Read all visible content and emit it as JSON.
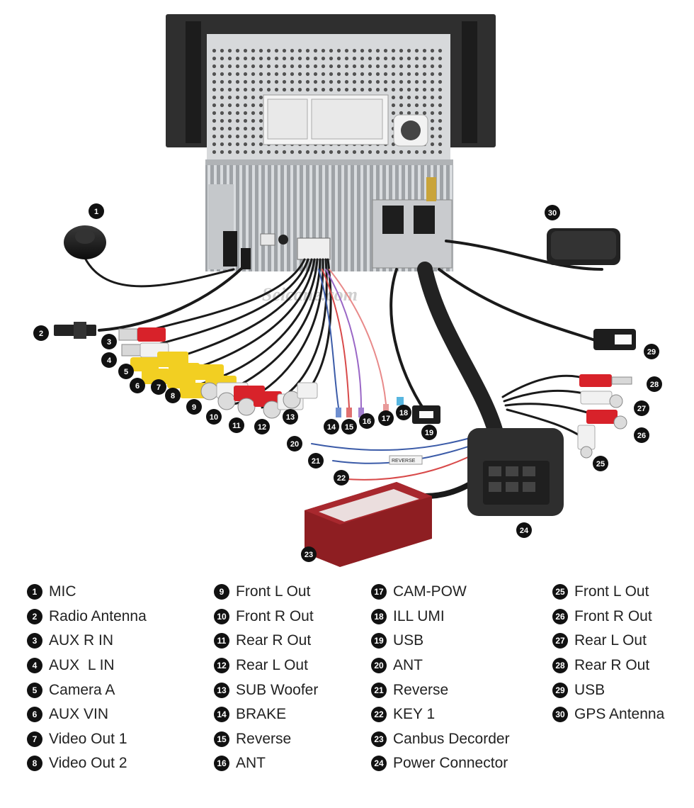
{
  "watermark": "Seicane.com",
  "wire_labels": {
    "reverse_tag": "REVERSE"
  },
  "legend": [
    {
      "num": "1",
      "label": "MIC"
    },
    {
      "num": "2",
      "label": "Radio Antenna"
    },
    {
      "num": "3",
      "label": "AUX R IN"
    },
    {
      "num": "4",
      "label": "AUX  L IN"
    },
    {
      "num": "5",
      "label": "Camera A"
    },
    {
      "num": "6",
      "label": "AUX VIN"
    },
    {
      "num": "7",
      "label": "Video Out 1"
    },
    {
      "num": "8",
      "label": "Video Out 2"
    },
    {
      "num": "9",
      "label": "Front L Out"
    },
    {
      "num": "10",
      "label": "Front R Out"
    },
    {
      "num": "11",
      "label": "Rear R Out"
    },
    {
      "num": "12",
      "label": "Rear L Out"
    },
    {
      "num": "13",
      "label": "SUB Woofer"
    },
    {
      "num": "14",
      "label": "BRAKE"
    },
    {
      "num": "15",
      "label": "Reverse"
    },
    {
      "num": "16",
      "label": "ANT"
    },
    {
      "num": "17",
      "label": "CAM-POW"
    },
    {
      "num": "18",
      "label": "ILL UMI"
    },
    {
      "num": "19",
      "label": "USB"
    },
    {
      "num": "20",
      "label": "ANT"
    },
    {
      "num": "21",
      "label": "Reverse"
    },
    {
      "num": "22",
      "label": "KEY 1"
    },
    {
      "num": "23",
      "label": "Canbus Decorder"
    },
    {
      "num": "24",
      "label": "Power Connector"
    },
    {
      "num": "25",
      "label": "Front L Out"
    },
    {
      "num": "26",
      "label": "Front R Out"
    },
    {
      "num": "27",
      "label": "Rear L Out"
    },
    {
      "num": "28",
      "label": "Rear R Out"
    },
    {
      "num": "29",
      "label": "USB"
    },
    {
      "num": "30",
      "label": "GPS Antenna"
    }
  ],
  "colors": {
    "red_rca": "#d8222a",
    "yellow_rca": "#f2cf22",
    "white_rca": "#f1f1f1",
    "chassis": "#c6c9cc",
    "bezel": "#2f2f2f",
    "decoder": "#8e1e22",
    "callout": "#111111"
  }
}
